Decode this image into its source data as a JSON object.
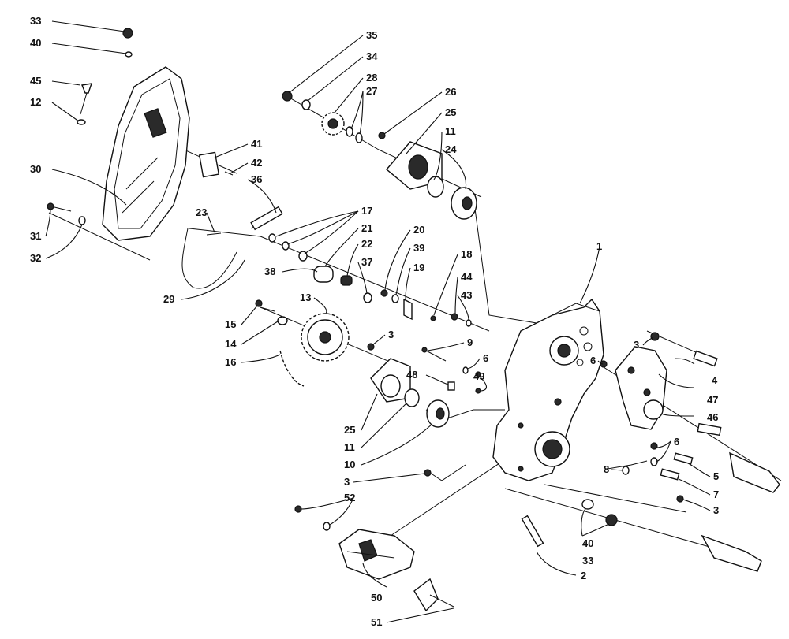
{
  "callouts": [
    {
      "id": "c33a",
      "text": "33"
    },
    {
      "id": "c40a",
      "text": "40"
    },
    {
      "id": "c45",
      "text": "45"
    },
    {
      "id": "c12",
      "text": "12"
    },
    {
      "id": "c30",
      "text": "30"
    },
    {
      "id": "c31",
      "text": "31"
    },
    {
      "id": "c32",
      "text": "32"
    },
    {
      "id": "c35",
      "text": "35"
    },
    {
      "id": "c34",
      "text": "34"
    },
    {
      "id": "c28",
      "text": "28"
    },
    {
      "id": "c27",
      "text": "27"
    },
    {
      "id": "c26",
      "text": "26"
    },
    {
      "id": "c25a",
      "text": "25"
    },
    {
      "id": "c11a",
      "text": "11"
    },
    {
      "id": "c24",
      "text": "24"
    },
    {
      "id": "c41",
      "text": "41"
    },
    {
      "id": "c42",
      "text": "42"
    },
    {
      "id": "c36",
      "text": "36"
    },
    {
      "id": "c23",
      "text": "23"
    },
    {
      "id": "c17",
      "text": "17"
    },
    {
      "id": "c21",
      "text": "21"
    },
    {
      "id": "c22",
      "text": "22"
    },
    {
      "id": "c37",
      "text": "37"
    },
    {
      "id": "c20",
      "text": "20"
    },
    {
      "id": "c39",
      "text": "39"
    },
    {
      "id": "c19",
      "text": "19"
    },
    {
      "id": "c18",
      "text": "18"
    },
    {
      "id": "c38",
      "text": "38"
    },
    {
      "id": "c29",
      "text": "29"
    },
    {
      "id": "c1",
      "text": "1"
    },
    {
      "id": "c44",
      "text": "44"
    },
    {
      "id": "c43",
      "text": "43"
    },
    {
      "id": "c13",
      "text": "13"
    },
    {
      "id": "c15",
      "text": "15"
    },
    {
      "id": "c14",
      "text": "14"
    },
    {
      "id": "c16",
      "text": "16"
    },
    {
      "id": "c3a",
      "text": "3"
    },
    {
      "id": "c9",
      "text": "9"
    },
    {
      "id": "c6a",
      "text": "6"
    },
    {
      "id": "c49",
      "text": "49"
    },
    {
      "id": "c48",
      "text": "48"
    },
    {
      "id": "c3b",
      "text": "3"
    },
    {
      "id": "c4",
      "text": "4"
    },
    {
      "id": "c6b",
      "text": "6"
    },
    {
      "id": "c47",
      "text": "47"
    },
    {
      "id": "c46",
      "text": "46"
    },
    {
      "id": "c25b",
      "text": "25"
    },
    {
      "id": "c11b",
      "text": "11"
    },
    {
      "id": "c10",
      "text": "10"
    },
    {
      "id": "c6c",
      "text": "6"
    },
    {
      "id": "c5",
      "text": "5"
    },
    {
      "id": "c8",
      "text": "8"
    },
    {
      "id": "c7",
      "text": "7"
    },
    {
      "id": "c3c",
      "text": "3"
    },
    {
      "id": "c3d",
      "text": "3"
    },
    {
      "id": "c52",
      "text": "52"
    },
    {
      "id": "c40b",
      "text": "40"
    },
    {
      "id": "c33b",
      "text": "33"
    },
    {
      "id": "c2",
      "text": "2"
    },
    {
      "id": "c50",
      "text": "50"
    },
    {
      "id": "c51",
      "text": "51"
    }
  ]
}
